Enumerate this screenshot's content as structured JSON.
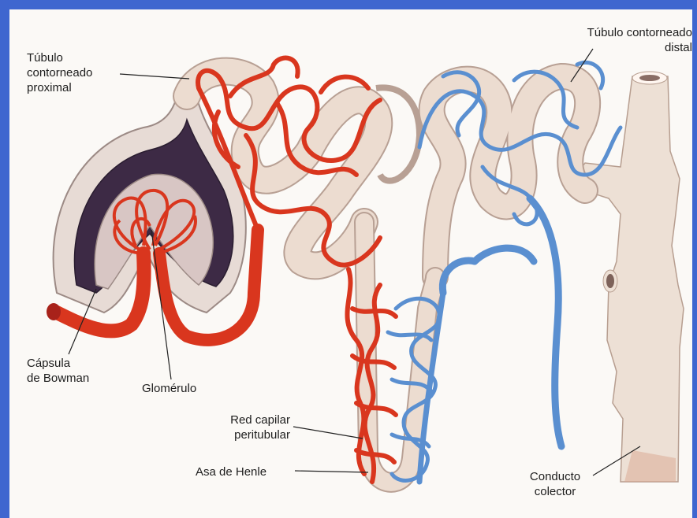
{
  "labels": {
    "tubulo_proximal": "Túbulo\ncontorneado\nproximal",
    "tubulo_distal": "Túbulo contorneado\ndistal",
    "capsula_bowman": "Cápsula\nde Bowman",
    "glomerulo": "Glomérulo",
    "red_capilar": "Red capilar\nperitubular",
    "asa_henle": "Asa de Henle",
    "conducto_colector": "Conducto\ncolector"
  },
  "colors": {
    "frame_border": "#3f66cf",
    "artery": "#d9361e",
    "vein": "#5a8fd0",
    "tubule": "#ecdcd0",
    "capsule_dark": "#3d2a45",
    "background": "#fbf9f6"
  }
}
